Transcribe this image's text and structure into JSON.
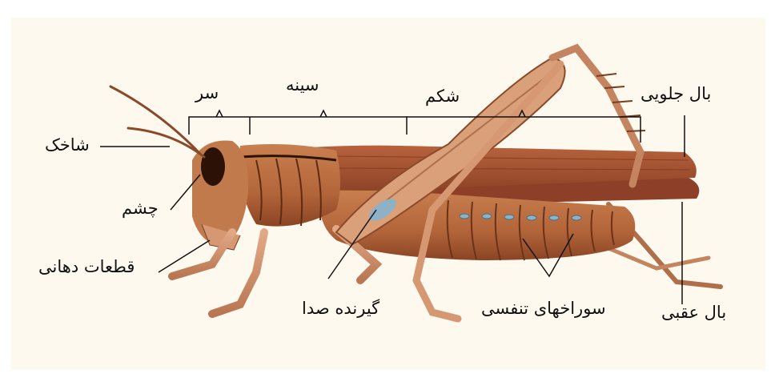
{
  "labels": {
    "head": "سر",
    "thorax": "سینه",
    "abdomen": "شکم",
    "antenna": "شاخک",
    "eye": "چشم",
    "mouthparts": "قطعات دهانی",
    "tympanum": "گیرنده صدا",
    "spiracles": "سوراخهای تنفسی",
    "forewing": "بال جلویی",
    "hindwing": "بال عقبی"
  },
  "colors": {
    "background": "#fdf9ef",
    "body": "#b86a3c",
    "body_dark": "#7a3d1f",
    "wing": "#a65232",
    "tympanum": "#8fb1c6",
    "line": "#111111"
  }
}
